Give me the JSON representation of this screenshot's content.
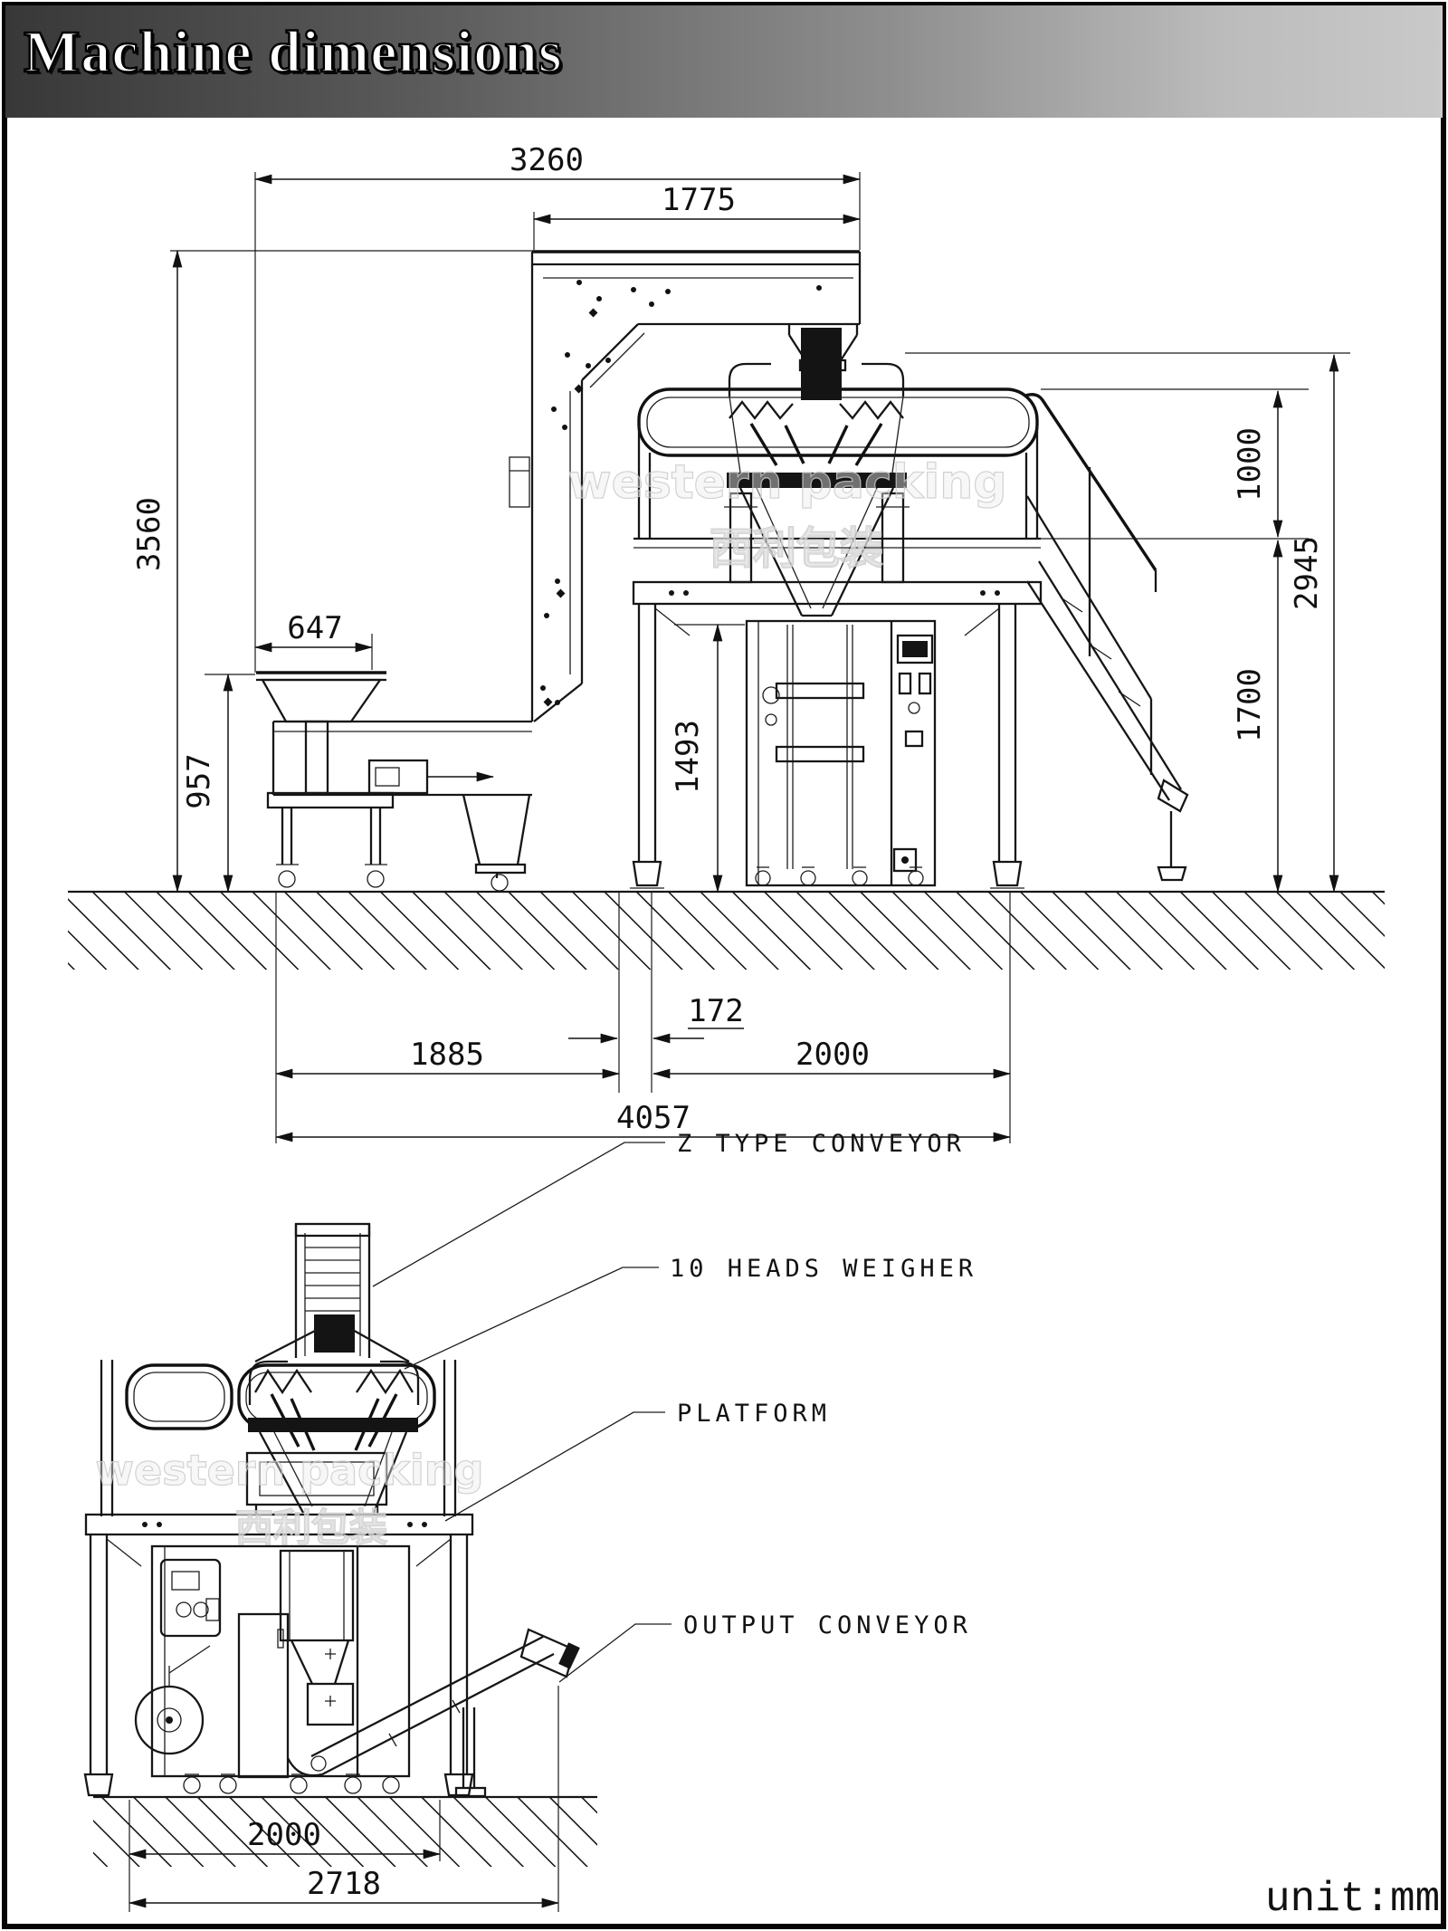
{
  "title": "Machine dimensions",
  "unit_note": "unit:mm",
  "watermark": {
    "en": "western packing",
    "zh": "西利包装"
  },
  "callouts": {
    "z_conveyor": "Z TYPE CONVEYOR",
    "weigher": "10 HEADS WEIGHER",
    "platform": "PLATFORM",
    "output_conveyor": "OUTPUT CONVEYOR"
  },
  "side_view": {
    "dims": {
      "conveyor_span": "3260",
      "arm_span": "1775",
      "total_height": "3560",
      "feeder_width": "647",
      "feeder_height": "957",
      "bagger_height": "1493",
      "railing_height": "1000",
      "weigher_top_height": "2945",
      "platform_floor_height": "1700",
      "feeder_run": "1885",
      "gap": "172",
      "platform_width": "2000",
      "total_width": "4057"
    }
  },
  "front_view": {
    "dims": {
      "frame_width": "2000",
      "overall_width": "2718"
    }
  },
  "colors": {
    "ink": "#161616",
    "band_dark": "#383838",
    "band_light": "#c9c9c9"
  }
}
